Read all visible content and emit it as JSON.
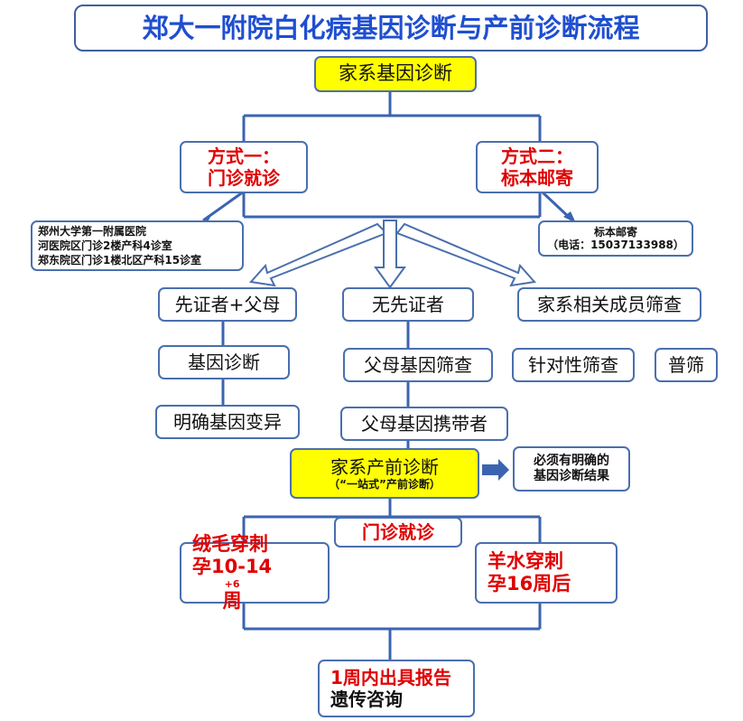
{
  "title": "郑大一附院白化病基因诊断与产前诊断流程",
  "family_gene_diagnosis": "家系基因诊断",
  "method_one": {
    "line1": "方式一：",
    "line2": "门诊就诊"
  },
  "method_two": {
    "line1": "方式二：",
    "line2": "标本邮寄"
  },
  "hospital_info": {
    "line1": "郑州大学第一附属医院",
    "line2": "河医院区门诊2楼产科4诊室",
    "line3": "郑东院区门诊1楼北区产科15诊室"
  },
  "mail_info": {
    "line1": "标本邮寄",
    "line2": "（电话：15037133988）"
  },
  "proband_parents": "先证者+父母",
  "no_proband": "无先证者",
  "family_member_screening": "家系相关成员筛查",
  "gene_diagnosis": "基因诊断",
  "parents_gene_screening": "父母基因筛查",
  "targeted_screening": "针对性筛查",
  "general_screening": "普筛",
  "confirmed_variant": "明确基因变异",
  "parents_carrier": "父母基因携带者",
  "prenatal": {
    "line1": "家系产前诊断",
    "line2": "（“一站式”产前诊断）"
  },
  "requirement": {
    "line1": "必须有明确的",
    "line2": "基因诊断结果"
  },
  "clinic_visit": "门诊就诊",
  "cvs": {
    "line1": "绒毛穿刺",
    "line2_main": "孕10-14",
    "line2_sup": "+6",
    "line2_end": "周"
  },
  "amnio": {
    "line1": "羊水穿刺",
    "line2": "孕16周后"
  },
  "report": {
    "line1": "1周内出具报告",
    "line2": "遗传咨询"
  },
  "colors": {
    "title": "#1f4fd0",
    "border": "#4a6fae",
    "highlight": "#ffff00",
    "red_text": "#e00000"
  }
}
